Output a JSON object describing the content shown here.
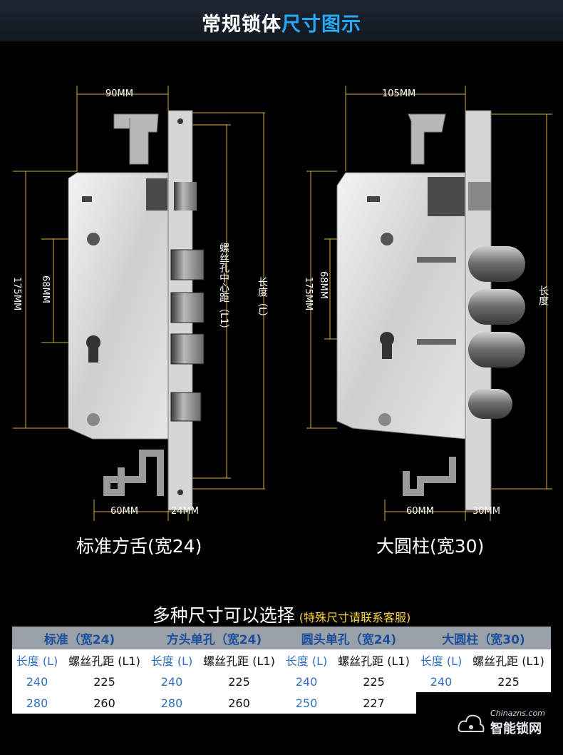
{
  "header": {
    "title_main": "常规锁体",
    "title_accent": "尺寸图示"
  },
  "left_lock": {
    "top_width": "90MM",
    "height_total": "175MM",
    "height_inner": "68MM",
    "screw_label": "螺丝孔中心距（L1）",
    "length_label": "长度（L）",
    "bottom_left": "60MM",
    "bottom_right": "24MM",
    "caption": "标准方舌(宽24)"
  },
  "right_lock": {
    "top_width": "105MM",
    "height_total": "175MM",
    "height_inner": "68MM",
    "length_label": "长度",
    "bottom_left": "60MM",
    "bottom_right": "30MM",
    "caption": "大圆柱(宽30)"
  },
  "sizes": {
    "title": "多种尺寸可以选择",
    "note": "(特殊尺寸请联系客服)",
    "col_headers": [
      "标准（宽24)",
      "方头单孔（宽24)",
      "圆头单孔（宽24)",
      "大圆柱（宽30)"
    ],
    "sub_len": "长度 (L)",
    "sub_hole": "螺丝孔距 (L1)",
    "groups": [
      {
        "rows": [
          [
            "240",
            "225"
          ],
          [
            "280",
            "260"
          ]
        ]
      },
      {
        "rows": [
          [
            "240",
            "225"
          ],
          [
            "280",
            "260"
          ]
        ]
      },
      {
        "rows": [
          [
            "240",
            "225"
          ],
          [
            "250",
            "227"
          ]
        ]
      },
      {
        "rows": [
          [
            "240",
            "225"
          ]
        ]
      }
    ]
  },
  "watermark": {
    "site": "Chinazns.com",
    "brand": "智能锁网"
  },
  "colors": {
    "accent": "#26a9f4",
    "dim_line": "#d9b13b",
    "note": "#ffd23f",
    "table_blue": "#2f6fc4"
  }
}
